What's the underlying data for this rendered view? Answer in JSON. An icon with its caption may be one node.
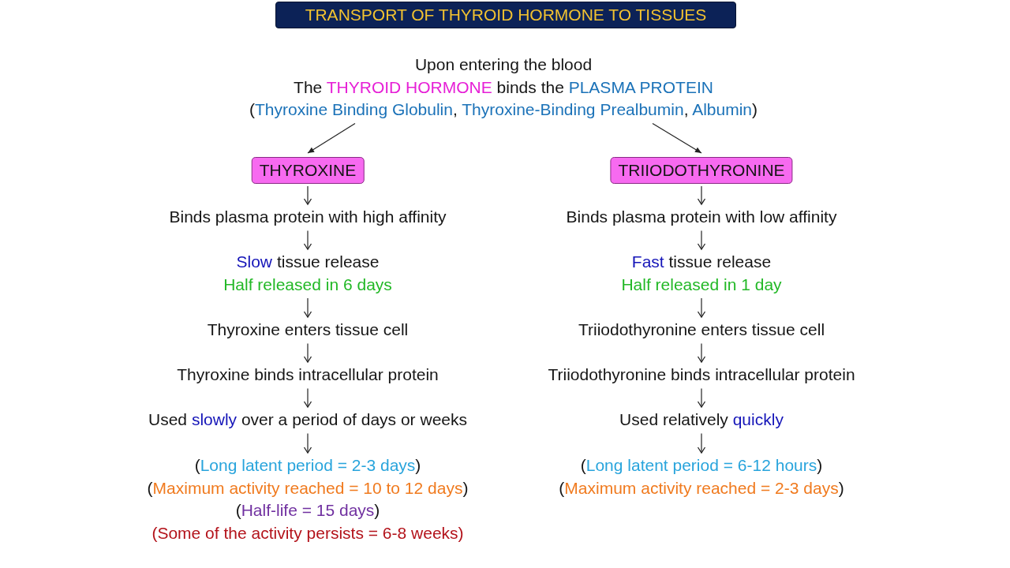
{
  "diagram": {
    "title": "TRANSPORT OF THYROID HORMONE TO TISSUES",
    "nodes": [
      {
        "text": [
          "Upon entering the blood",
          "The THYROID HORMONE binds the PLASMA PROTEIN",
          "(Thyroxine Binding Globulin, Thyroxine-Binding Prealbumin, Albumin)"
        ]
      },
      {
        "text": [
          "THYROXINE"
        ]
      },
      {
        "text": [
          "TRIIODOTHYRONINE"
        ]
      },
      {
        "text": [
          "Binds plasma protein with high affinity"
        ]
      },
      {
        "text": [
          "Slow tissue release",
          "Half released in 6 days"
        ]
      },
      {
        "text": [
          "Thyroxine enters tissue cell"
        ]
      },
      {
        "text": [
          "Thyroxine binds intracellular protein"
        ]
      },
      {
        "text": [
          "Used slowly over a period of days or weeks"
        ]
      },
      {
        "text": [
          "(Long latent period = 2-3 days)",
          "(Maximum activity reached = 10 to 12 days)",
          "(Half-life = 15 days)",
          "(Some of the activity persists = 6-8 weeks)"
        ]
      },
      {
        "text": [
          "Binds plasma protein with low affinity"
        ]
      },
      {
        "text": [
          "Fast tissue release",
          "Half released in 1 day"
        ]
      },
      {
        "text": [
          "Triiodothyronine enters tissue cell"
        ]
      },
      {
        "text": [
          "Triiodothyronine binds intracellular protein"
        ]
      },
      {
        "text": [
          "Used relatively quickly"
        ]
      },
      {
        "text": [
          "(Long latent period = 6-12 hours)",
          "(Maximum activity reached = 2-3 days)"
        ]
      }
    ],
    "edges": [
      {
        "from": 0,
        "to": 1,
        "arrow": "to"
      },
      {
        "from": 0,
        "to": 2,
        "arrow": "to"
      },
      {
        "from": 1,
        "to": 3,
        "arrow": "to"
      },
      {
        "from": 3,
        "to": 4,
        "arrow": "to"
      },
      {
        "from": 4,
        "to": 5,
        "arrow": "to"
      },
      {
        "from": 5,
        "to": 6,
        "arrow": "to"
      },
      {
        "from": 6,
        "to": 7,
        "arrow": "to"
      },
      {
        "from": 7,
        "to": 8,
        "arrow": "to"
      },
      {
        "from": 2,
        "to": 9,
        "arrow": "to"
      },
      {
        "from": 9,
        "to": 10,
        "arrow": "to"
      },
      {
        "from": 10,
        "to": 11,
        "arrow": "to"
      },
      {
        "from": 11,
        "to": 12,
        "arrow": "to"
      },
      {
        "from": 12,
        "to": 13,
        "arrow": "to"
      },
      {
        "from": 13,
        "to": 14,
        "arrow": "to"
      }
    ]
  }
}
